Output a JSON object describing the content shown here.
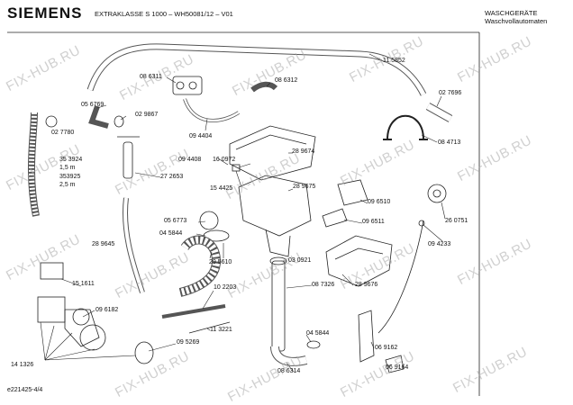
{
  "header": {
    "brand": "SIEMENS",
    "model": "EXTRAKLASSE S 1000 – WH50081/12 – V01",
    "category_line1": "WASCHGERÄTE",
    "category_line2": "Waschvollautomaten"
  },
  "watermark": "FIX-HUB.RU",
  "parts": [
    {
      "id": "p-115852",
      "text": "11 5852"
    },
    {
      "id": "p-086311",
      "text": "08 6311"
    },
    {
      "id": "p-086312",
      "text": "08 6312"
    },
    {
      "id": "p-027696",
      "text": "02 7696"
    },
    {
      "id": "p-056769",
      "text": "05 6769"
    },
    {
      "id": "p-029867",
      "text": "02 9867"
    },
    {
      "id": "p-027780",
      "text": "02 7780"
    },
    {
      "id": "p-094404",
      "text": "09 4404"
    },
    {
      "id": "p-084713",
      "text": "08 4713"
    },
    {
      "id": "p-289674",
      "text": "28 9674"
    },
    {
      "id": "p-353924",
      "text": "35 3924"
    },
    {
      "id": "p-15m",
      "text": "1,5 m"
    },
    {
      "id": "p-353925",
      "text": "353925"
    },
    {
      "id": "p-25m",
      "text": "2,5 m"
    },
    {
      "id": "p-094408",
      "text": "09 4408"
    },
    {
      "id": "p-160972",
      "text": "16 0972"
    },
    {
      "id": "p-272653",
      "text": "27 2653"
    },
    {
      "id": "p-154425",
      "text": "15 4425"
    },
    {
      "id": "p-289675",
      "text": "28 9675"
    },
    {
      "id": "p-096510",
      "text": "09 6510"
    },
    {
      "id": "p-056773",
      "text": "05 6773"
    },
    {
      "id": "p-096511",
      "text": "09 6511"
    },
    {
      "id": "p-045844a",
      "text": "04 5844"
    },
    {
      "id": "p-260751",
      "text": "26 0751"
    },
    {
      "id": "p-289645",
      "text": "28 9645"
    },
    {
      "id": "p-295610",
      "text": "29 5610"
    },
    {
      "id": "p-094233",
      "text": "09 4233"
    },
    {
      "id": "p-030921",
      "text": "03 0921"
    },
    {
      "id": "p-156111",
      "text": "15 1611"
    },
    {
      "id": "p-087326",
      "text": "08 7326"
    },
    {
      "id": "p-289676",
      "text": "28 9676"
    },
    {
      "id": "p-096182",
      "text": "09 6182"
    },
    {
      "id": "p-102203",
      "text": "10 2203"
    },
    {
      "id": "p-113221",
      "text": "11 3221"
    },
    {
      "id": "p-045844b",
      "text": "04 5844"
    },
    {
      "id": "p-095269",
      "text": "09 5269"
    },
    {
      "id": "p-069162",
      "text": "06 9162"
    },
    {
      "id": "p-141326",
      "text": "14 1326"
    },
    {
      "id": "p-086314",
      "text": "08 6314"
    },
    {
      "id": "p-069164",
      "text": "06 9164"
    }
  ],
  "footer": "e221425-4/4"
}
